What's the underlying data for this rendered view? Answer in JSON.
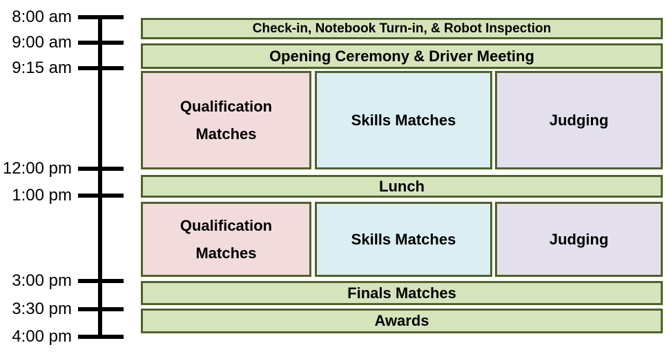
{
  "colors": {
    "bar_border": "#4f6228",
    "green_fill": "#d6e4bc",
    "pink_fill": "#f2dcdb",
    "blue_fill": "#daeef3",
    "purple_fill": "#e4dfec",
    "axis": "#000000",
    "text": "#000000"
  },
  "timeline": {
    "tick_labels": [
      "8:00 am",
      "9:00 am",
      "9:15 am",
      "12:00 pm",
      "1:00 pm",
      "3:00 pm",
      "3:30 pm",
      "4:00 pm"
    ]
  },
  "schedule": {
    "bars": {
      "checkin": {
        "label": "Check-in, Notebook Turn-in, & Robot Inspection",
        "start": "8:00 am",
        "end": "9:00 am",
        "color_key": "green"
      },
      "opening": {
        "label": "Opening Ceremony & Driver Meeting",
        "start": "9:00 am",
        "end": "9:15 am",
        "color_key": "green"
      },
      "qualification_am": {
        "label": "Qualification\nMatches",
        "start": "9:15 am",
        "end": "12:00 pm",
        "color_key": "pink"
      },
      "skills_am": {
        "label": "Skills Matches",
        "start": "9:15 am",
        "end": "12:00 pm",
        "color_key": "blue"
      },
      "judging_am": {
        "label": "Judging",
        "start": "9:15 am",
        "end": "12:00 pm",
        "color_key": "purple"
      },
      "lunch": {
        "label": "Lunch",
        "start": "12:00 pm",
        "end": "1:00 pm",
        "color_key": "green"
      },
      "qualification_pm": {
        "label": "Qualification\nMatches",
        "start": "1:00 pm",
        "end": "3:00 pm",
        "color_key": "pink"
      },
      "skills_pm": {
        "label": "Skills Matches",
        "start": "1:00 pm",
        "end": "3:00 pm",
        "color_key": "blue"
      },
      "judging_pm": {
        "label": "Judging",
        "start": "1:00 pm",
        "end": "3:00 pm",
        "color_key": "purple"
      },
      "finals": {
        "label": "Finals Matches",
        "start": "3:00 pm",
        "end": "3:30 pm",
        "color_key": "green"
      },
      "awards": {
        "label": "Awards",
        "start": "3:30 pm",
        "end": "4:00 pm",
        "color_key": "green"
      }
    }
  }
}
